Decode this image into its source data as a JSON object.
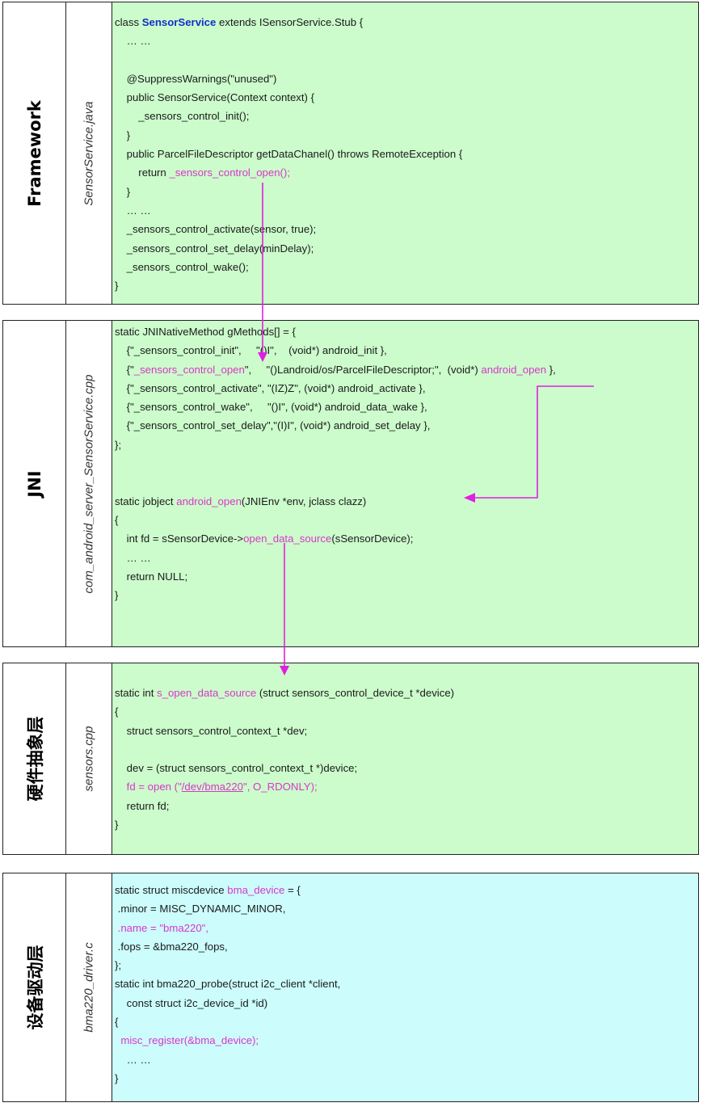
{
  "layers": [
    {
      "label": "Framework",
      "file": "SensorService.java",
      "lines": [
        [
          {
            "t": "class "
          },
          {
            "t": "SensorService",
            "c": "b"
          },
          {
            "t": " extends ISensorService.Stub {"
          }
        ],
        [
          {
            "t": "    … …"
          }
        ],
        [
          {
            "t": ""
          }
        ],
        [
          {
            "t": "    @SuppressWarnings(\"unused\")"
          }
        ],
        [
          {
            "t": "    public SensorService(Context context) {"
          }
        ],
        [
          {
            "t": "        _sensors_control_init();"
          }
        ],
        [
          {
            "t": "    }"
          }
        ],
        [
          {
            "t": "    public ParcelFileDescriptor getDataChanel() throws RemoteException {"
          }
        ],
        [
          {
            "t": "        return "
          },
          {
            "t": "_sensors_control_open();",
            "c": "m"
          }
        ],
        [
          {
            "t": "    }"
          }
        ],
        [
          {
            "t": "    … …"
          }
        ],
        [
          {
            "t": "    _sensors_control_activate(sensor, true);"
          }
        ],
        [
          {
            "t": "    _sensors_control_set_delay(minDelay);"
          }
        ],
        [
          {
            "t": "    _sensors_control_wake();"
          }
        ],
        [
          {
            "t": "}"
          }
        ]
      ]
    },
    {
      "label": "JNI",
      "file": "com_android_server_SensorService.cpp",
      "lines": [
        [
          {
            "t": "static JNINativeMethod gMethods[] = {"
          }
        ],
        [
          {
            "t": "    {\"_sensors_control_init\",     \"()I\",    (void*) android_init },"
          }
        ],
        [
          {
            "t": "    {\""
          },
          {
            "t": "_sensors_control_open",
            "c": "m"
          },
          {
            "t": "\",     \"()Landroid/os/ParcelFileDescriptor;\",  (void*) "
          },
          {
            "t": "android_open",
            "c": "m"
          },
          {
            "t": " },"
          }
        ],
        [
          {
            "t": "    {\"_sensors_control_activate\", \"(IZ)Z\", (void*) android_activate },"
          }
        ],
        [
          {
            "t": "    {\"_sensors_control_wake\",     \"()I\", (void*) android_data_wake },"
          }
        ],
        [
          {
            "t": "    {\"_sensors_control_set_delay\",\"(I)I\", (void*) android_set_delay },"
          }
        ],
        [
          {
            "t": "};"
          }
        ],
        [
          {
            "t": ""
          }
        ],
        [
          {
            "t": ""
          }
        ],
        [
          {
            "t": "static jobject "
          },
          {
            "t": "android_open",
            "c": "m"
          },
          {
            "t": "(JNIEnv *env, jclass clazz)"
          }
        ],
        [
          {
            "t": "{"
          }
        ],
        [
          {
            "t": "    int fd = sSensorDevice->"
          },
          {
            "t": "open_data_source",
            "c": "m"
          },
          {
            "t": "(sSensorDevice);"
          }
        ],
        [
          {
            "t": "    … …"
          }
        ],
        [
          {
            "t": "    return NULL;"
          }
        ],
        [
          {
            "t": "}"
          }
        ]
      ]
    },
    {
      "label": "硬件抽象层",
      "file": "sensors.cpp",
      "lines": [
        [
          {
            "t": "static int "
          },
          {
            "t": "s_open_data_source",
            "c": "m"
          },
          {
            "t": " (struct sensors_control_device_t *device)"
          }
        ],
        [
          {
            "t": "{"
          }
        ],
        [
          {
            "t": "    struct sensors_control_context_t *dev;"
          }
        ],
        [
          {
            "t": ""
          }
        ],
        [
          {
            "t": "    dev = (struct sensors_control_context_t *)device;"
          }
        ],
        [
          {
            "t": "    fd = open (\"",
            "c": "m"
          },
          {
            "t": "/dev/bma220",
            "c": "mu"
          },
          {
            "t": "\", O_RDONLY);",
            "c": "m"
          }
        ],
        [
          {
            "t": "    return fd;"
          }
        ],
        [
          {
            "t": "}"
          }
        ]
      ]
    },
    {
      "label": "设备驱动层",
      "file": "bma220_driver.c",
      "lines": [
        [
          {
            "t": "static struct miscdevice "
          },
          {
            "t": "bma_device",
            "c": "m"
          },
          {
            "t": " = {"
          }
        ],
        [
          {
            "t": " .minor = MISC_DYNAMIC_MINOR,"
          }
        ],
        [
          {
            "t": " .name = \"bma220\",",
            "c": "m"
          }
        ],
        [
          {
            "t": " .fops = &bma220_fops,"
          }
        ],
        [
          {
            "t": "};"
          }
        ],
        [
          {
            "t": "static int bma220_probe(struct i2c_client *client,"
          }
        ],
        [
          {
            "t": "    const struct i2c_device_id *id)"
          }
        ],
        [
          {
            "t": "{"
          }
        ],
        [
          {
            "t": "  misc_register(&bma_device);",
            "c": "m"
          }
        ],
        [
          {
            "t": "    … …"
          }
        ],
        [
          {
            "t": "}"
          }
        ]
      ]
    }
  ],
  "colors": {
    "framework_bg": "#ccfccc",
    "driver_bg": "#ccfcfc",
    "highlight": "#d838c8",
    "keyword_blue": "#1030c8",
    "arrow": "#e020e0"
  }
}
